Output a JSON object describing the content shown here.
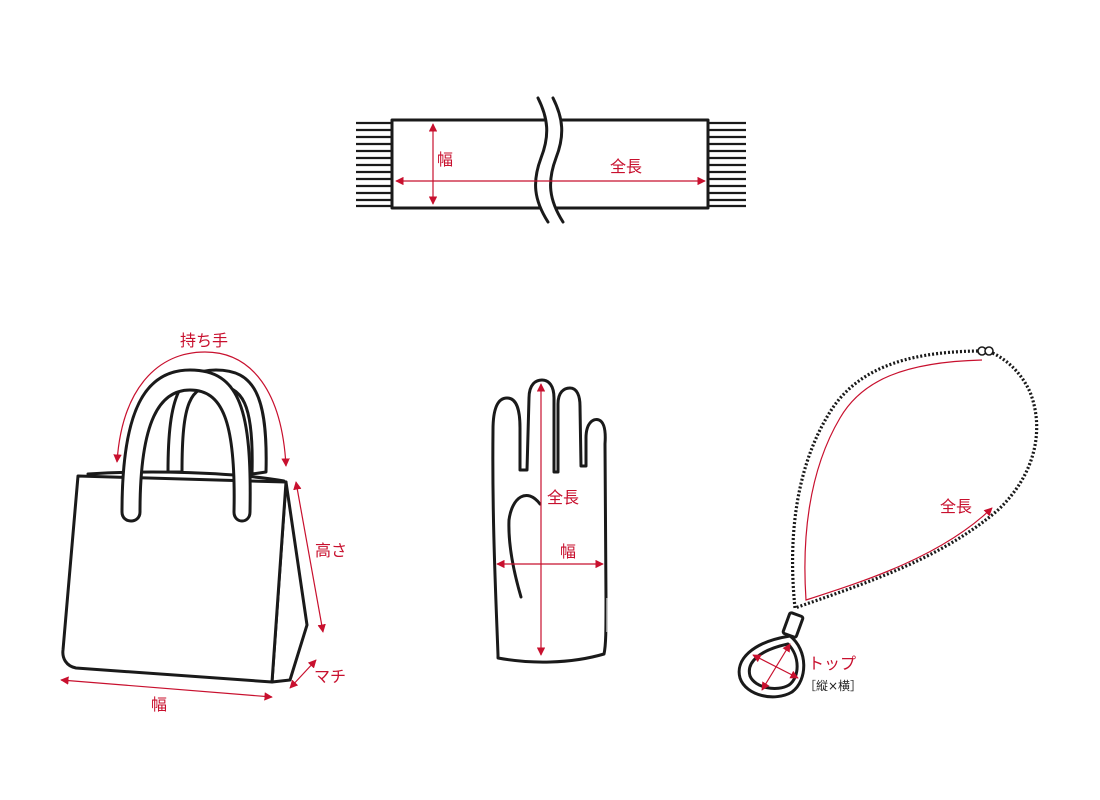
{
  "colors": {
    "accent": "#c8102e",
    "outline": "#1a1a1a",
    "background": "#ffffff"
  },
  "scarf": {
    "width_label": "幅",
    "length_label": "全長"
  },
  "bag": {
    "handle_label": "持ち手",
    "height_label": "高さ",
    "gusset_label": "マチ",
    "width_label": "幅"
  },
  "glove": {
    "length_label": "全長",
    "width_label": "幅"
  },
  "necklace": {
    "length_label": "全長",
    "top_label": "トップ",
    "top_sub_label": "［縦×横］"
  }
}
